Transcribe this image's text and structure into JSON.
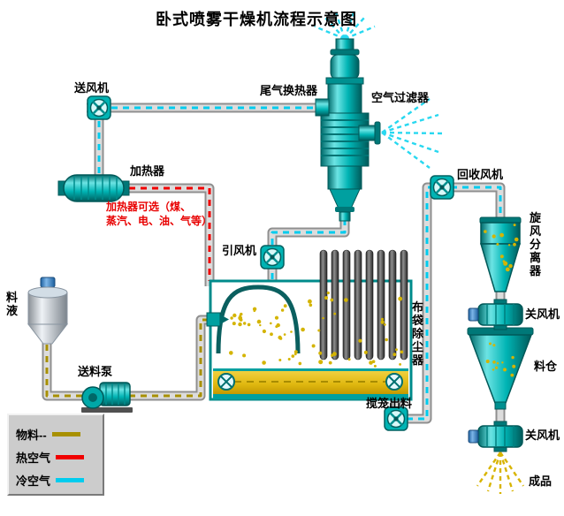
{
  "title": "卧式喷雾干燥机流程示意图",
  "labels": {
    "supply_fan": "送风机",
    "tail_gas_heat_exchanger": "尾气换热器",
    "air_filter": "空气过滤器",
    "heater": "加热器",
    "heater_note": "加热器可选（煤、\n蒸汽、电、油、气等）",
    "induced_draft_fan": "引风机",
    "recovery_fan": "回收风机",
    "cyclone_separator": "旋风分离器",
    "rotary_valve_top": "关风机",
    "material_silo": "料仓",
    "rotary_valve_bottom": "关风机",
    "finished_product": "成品",
    "feed_liquid": "料液",
    "feed_pump": "送料泵",
    "bag_dust_collector": "布袋除尘器",
    "auger_discharge": "搅笼出料"
  },
  "legend": {
    "items": [
      {
        "label": "物料--",
        "color": "#a89000"
      },
      {
        "label": "热空气",
        "color": "#f00000"
      },
      {
        "label": "冷空气",
        "color": "#00ccee"
      }
    ]
  },
  "colors": {
    "equipment_teal": "#00b4b4",
    "pipe_gray": "#8f8f8f",
    "hot_air_red": "#f00000",
    "cold_air_cyan": "#00ccee",
    "material_olive": "#a89000",
    "particle_yellow": "#d4b400"
  }
}
